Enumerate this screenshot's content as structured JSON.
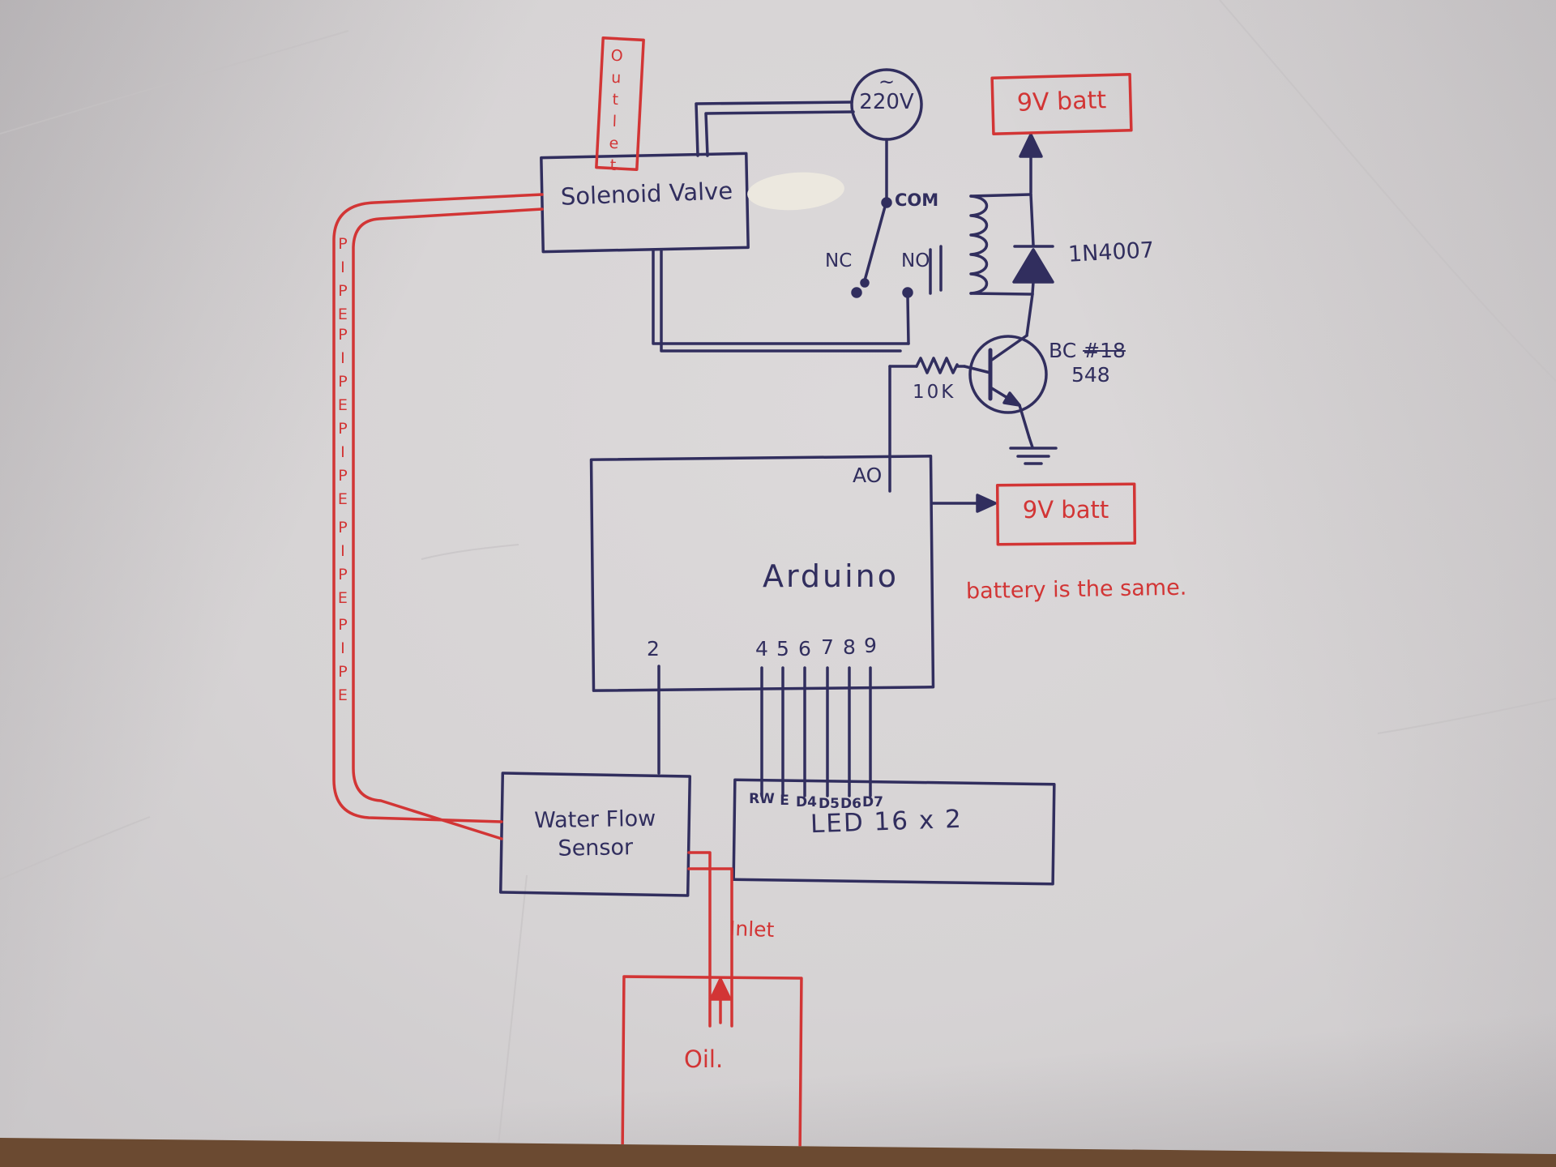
{
  "colors": {
    "ink_blue": "#312e5e",
    "ink_red": "#d23535",
    "paper": "#d6d3d4",
    "table": "#6b4a31"
  },
  "labels": {
    "outlet": "Outlet",
    "solenoid_valve": "Solenoid Valve",
    "ac_tilde": "~",
    "ac_voltage": "220V",
    "com": "COM",
    "nc": "NC",
    "no": "NO",
    "battery_top": "9V batt",
    "diode": "1N4007",
    "resistor": "10K",
    "transistor_prefix": "BC",
    "transistor_struck": "#18",
    "transistor_value": "548",
    "arduino": "Arduino",
    "pin_ao": "AO",
    "battery_side": "9V batt",
    "battery_note": "battery is the same.",
    "pin_2": "2",
    "water_flow_line1": "Water Flow",
    "water_flow_line2": "Sensor",
    "lcd": "LED 16 x 2",
    "pipe": "PIPE",
    "inlet": "Inlet",
    "oil": "Oil."
  },
  "arduino_pins": [
    "4",
    "5",
    "6",
    "7",
    "8",
    "9"
  ],
  "lcd_pins": [
    "RW",
    "E",
    "D4",
    "D5",
    "D6",
    "D7"
  ]
}
